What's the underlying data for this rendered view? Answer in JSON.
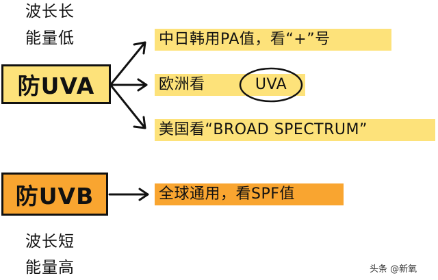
{
  "uva": {
    "top_caption": [
      "波长长",
      "能量低"
    ],
    "label": "防UVA",
    "items": [
      "中日韩用PA值，看“+”号",
      "欧洲看",
      "美国看“BROAD SPECTRUM”"
    ],
    "circled": "UVA"
  },
  "uvb": {
    "label": "防UVB",
    "items": [
      "全球通用，看SPF值"
    ],
    "bottom_caption": [
      "波长短",
      "能量高"
    ]
  },
  "watermark": "头条 @新氧",
  "colors": {
    "uva_box": "#fde27a",
    "uva_highlight": "#fde27a",
    "uvb_box": "#f9a530",
    "uvb_highlight": "#f9a530"
  }
}
